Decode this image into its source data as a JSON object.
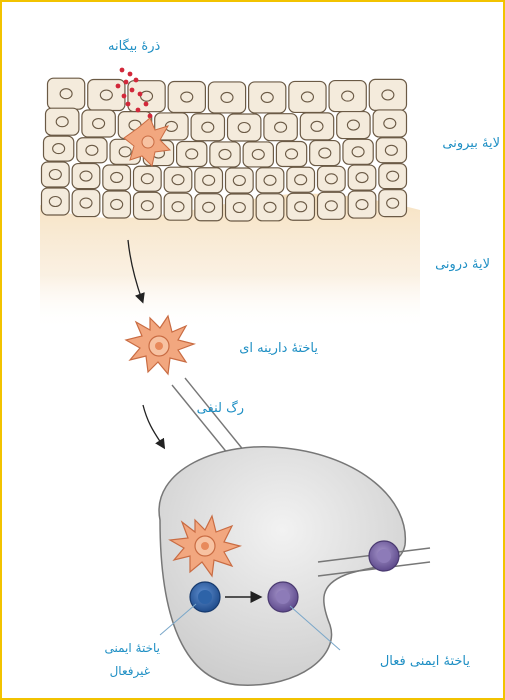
{
  "labels": {
    "foreign_particle": "ذرهٔ بیگانه",
    "outer_layer": "لایهٔ بیرونی",
    "inner_layer": "لایهٔ درونی",
    "dendritic_cell": "یاختهٔ دارینه ای",
    "lymph_vessel": "رگ لنفی",
    "inactive_line1": "یاختهٔ ایمنی",
    "inactive_line2": "غیرفعال",
    "active_immune_cell": "یاختهٔ ایمنی فعال"
  },
  "colors": {
    "frame": "#f2c300",
    "label_text": "#1e8fc4",
    "inner_layer_fill": "#f6e3c6",
    "epithelial_cell_fill": "#f4ebdc",
    "dendritic_cell_fill": "#f2a77f",
    "lymph_node_fill": "#dcdcdc",
    "inactive_cell": "#2d63a8",
    "active_cell": "#7b66a8"
  }
}
